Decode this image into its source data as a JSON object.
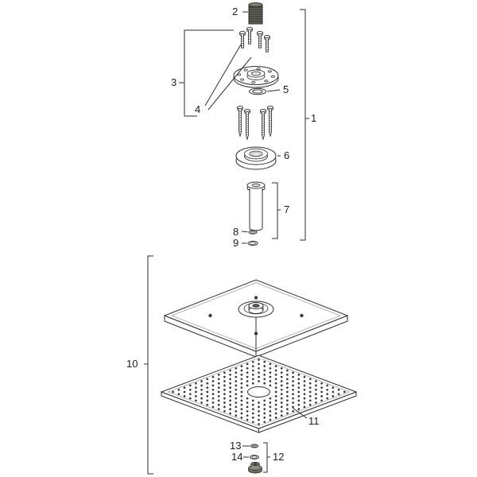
{
  "labels": [
    {
      "part": 1,
      "text": "1"
    },
    {
      "part": 2,
      "text": "2"
    },
    {
      "part": 3,
      "text": "3"
    },
    {
      "part": 4,
      "text": "4"
    },
    {
      "part": 5,
      "text": "5"
    },
    {
      "part": 6,
      "text": "6"
    },
    {
      "part": 7,
      "text": "7"
    },
    {
      "part": 8,
      "text": "8"
    },
    {
      "part": 9,
      "text": "9"
    },
    {
      "part": 10,
      "text": "10"
    },
    {
      "part": 11,
      "text": "11"
    },
    {
      "part": 12,
      "text": "12"
    },
    {
      "part": 13,
      "text": "13"
    },
    {
      "part": 14,
      "text": "14"
    }
  ],
  "colors": {
    "line": "#2e2e2e",
    "dark_metal": "#64645a",
    "dark_metal_edge": "#2b2b26",
    "nozzle_dot": "#3a3a3a",
    "background": "#ffffff"
  }
}
